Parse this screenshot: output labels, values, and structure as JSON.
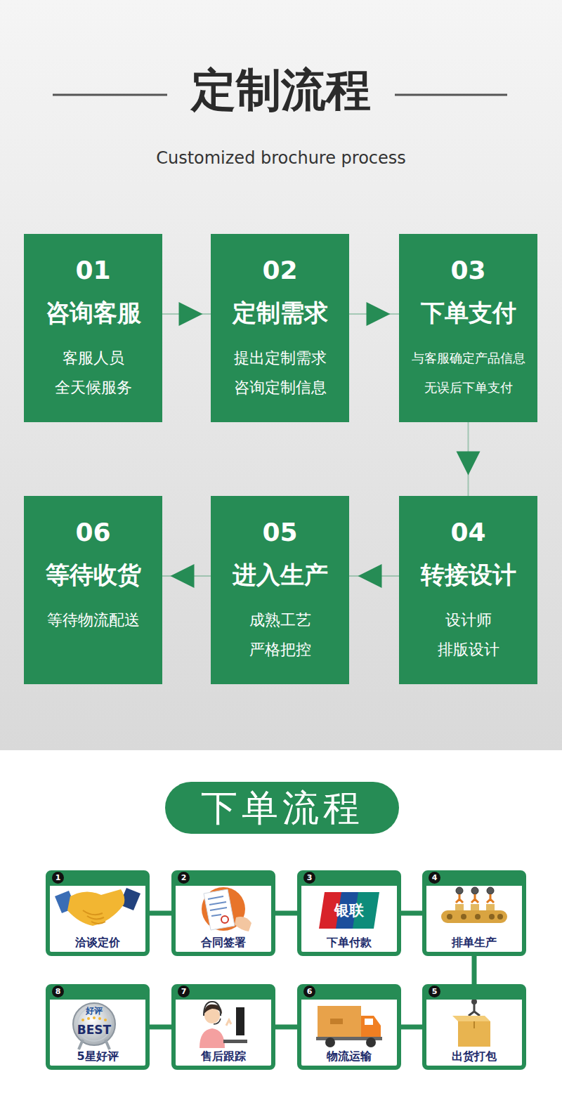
{
  "diagram": {
    "title": "定制流程",
    "nodes": [
      {
        "text": [
          "01",
          "咨询客服",
          "客服人员 全天候服务"
        ]
      },
      {
        "text": [
          "02",
          "定制需求",
          "提出定制需求 咨询定制信息"
        ]
      },
      {
        "text": [
          "03",
          "下单支付",
          "与客服确定产品信息 无误后下单支付"
        ]
      },
      {
        "text": [
          "04",
          "转接设计",
          "设计师 排版设计"
        ]
      },
      {
        "text": [
          "05",
          "进入生产",
          "成熟工艺 严格把控"
        ]
      },
      {
        "text": [
          "06",
          "等待收货",
          "等待物流配送"
        ]
      },
      {
        "text": [
          "下单流程"
        ]
      },
      {
        "text": [
          "1",
          "洽谈定价"
        ]
      },
      {
        "text": [
          "2",
          "合同签署"
        ]
      },
      {
        "text": [
          "3",
          "下单付款"
        ]
      },
      {
        "text": [
          "4",
          "排单生产"
        ]
      },
      {
        "text": [
          "5",
          "出货打包"
        ]
      },
      {
        "text": [
          "6",
          "物流运输"
        ]
      },
      {
        "text": [
          "7",
          "售后跟踪"
        ]
      },
      {
        "text": [
          "8",
          "5星好评"
        ]
      }
    ],
    "edges": [
      {
        "from": 0,
        "to": 1,
        "arrow": "to"
      },
      {
        "from": 1,
        "to": 2,
        "arrow": "to"
      },
      {
        "from": 2,
        "to": 3,
        "arrow": "to"
      },
      {
        "from": 3,
        "to": 4,
        "arrow": "to"
      },
      {
        "from": 4,
        "to": 5,
        "arrow": "to"
      },
      {
        "from": 7,
        "to": 8,
        "arrow": "none"
      },
      {
        "from": 8,
        "to": 9,
        "arrow": "none"
      },
      {
        "from": 9,
        "to": 10,
        "arrow": "none"
      },
      {
        "from": 10,
        "to": 11,
        "arrow": "none"
      },
      {
        "from": 11,
        "to": 12,
        "arrow": "none"
      },
      {
        "from": 12,
        "to": 13,
        "arrow": "none"
      },
      {
        "from": 13,
        "to": 14,
        "arrow": "none"
      }
    ],
    "labels": [
      "Customized brochure process",
      "银联",
      "好评",
      "BEST"
    ]
  }
}
